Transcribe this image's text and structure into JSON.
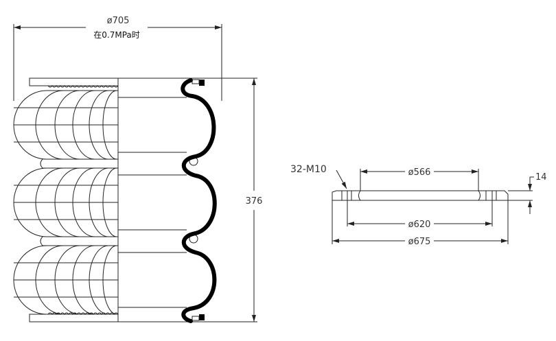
{
  "bellows": {
    "diameter_label": "ø705",
    "pressure_note": "在0.7MPa时",
    "height_label": "376"
  },
  "flange": {
    "bolt_label": "32-M10",
    "inner_dia_label": "ø566",
    "bolt_circle_label": "ø620",
    "outer_dia_label": "ø675",
    "thickness_label": "14"
  },
  "colors": {
    "line": "#222222",
    "profile": "#000000"
  }
}
